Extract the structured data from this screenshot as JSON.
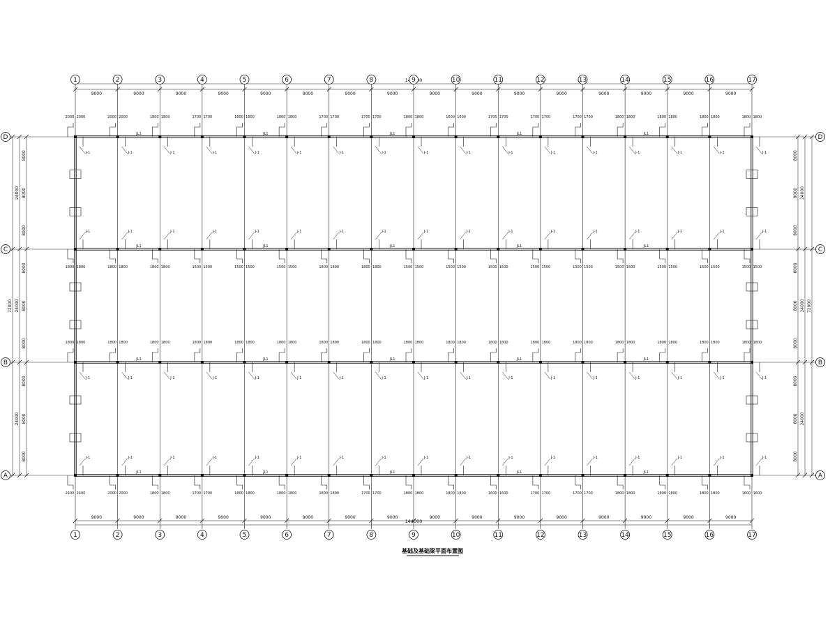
{
  "drawing": {
    "title": "基础及基础梁平面布置图",
    "grid_x": [
      "1",
      "2",
      "3",
      "4",
      "5",
      "6",
      "7",
      "8",
      "9",
      "10",
      "11",
      "12",
      "13",
      "14",
      "15",
      "16",
      "17"
    ],
    "grid_y": [
      "D",
      "C",
      "B",
      "A"
    ],
    "bay_spacing": "9000",
    "total_length": "144000",
    "span_top": "24000",
    "span_bottom": "24000",
    "total_width": "72000",
    "sub_spacing": "8000",
    "beam_label": "JL1",
    "foundation_label": "J-1",
    "row_dims": {
      "top": [
        "2000",
        "2000",
        "1800",
        "1700",
        "1600",
        "1800",
        "1700",
        "1700",
        "1800",
        "1600",
        "1700",
        "1700",
        "1700",
        "1800",
        "1800",
        "1800",
        "1800"
      ],
      "c_row": [
        "1800",
        "1800",
        "1800",
        "1500",
        "1500",
        "1500",
        "1800",
        "1800",
        "1500",
        "1500",
        "1500",
        "1500",
        "1500",
        "1500",
        "1500",
        "1500",
        "1500"
      ],
      "b_row": [
        "1800",
        "1800",
        "1800",
        "1800",
        "1800",
        "1800",
        "1800",
        "1800",
        "1800",
        "1800",
        "1800",
        "1800",
        "1800",
        "1800",
        "1800",
        "1800",
        "1800"
      ],
      "bottom": [
        "2400",
        "2000",
        "1800",
        "1700",
        "1800",
        "1800",
        "1800",
        "1700",
        "1800",
        "1800",
        "1600",
        "1700",
        "1700",
        "1800",
        "1800",
        "1800",
        "1600"
      ]
    }
  }
}
